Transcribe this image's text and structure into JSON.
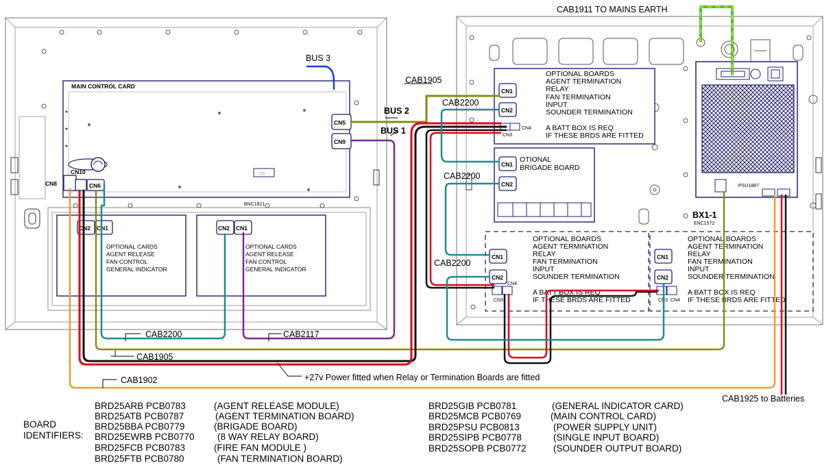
{
  "wires": {
    "bus3": "BUS 3",
    "bus2": "BUS 2",
    "bus1": "BUS 1",
    "cab1905_top": "CAB1905",
    "cab2200_a": "CAB2200",
    "cab2200_b": "CAB2200",
    "cab2200_c": "CAB2200",
    "cab2200_bottom": "CAB2200",
    "cab2117": "CAB2117",
    "cab1905_bottom": "CAB1905",
    "cab1902": "CAB1902",
    "cab1911": "CAB1911 TO MAINS EARTH",
    "cab1925": "CAB1925 to Batteries",
    "power_note": "+27v Power fitted when Relay or Termination Boards are fitted"
  },
  "main_card": {
    "title": "MAIN CONTROL CARD",
    "code": "BNC1821",
    "cn5": "CN5",
    "cn9": "CN9",
    "cn10": "CN10",
    "cn8": "CN8",
    "cn6": "CN6"
  },
  "left_cards": [
    {
      "cn2": "CN2",
      "cn1": "CN1",
      "lines": [
        "OPTIONAL CARDS",
        "AGENT RELEASE",
        "FAN CONTROL",
        "GENERAL INDICATOR"
      ]
    },
    {
      "cn2": "CN2",
      "cn1": "CN1",
      "lines": [
        "OPTIONAL CARDS",
        "AGENT RELEASE",
        "FAN CONTROL",
        "GENERAL INDICATOR"
      ]
    }
  ],
  "top_opt_board": {
    "cn1": "CN1",
    "cn2": "CN2",
    "cn3": "CN3",
    "cn4": "CN4",
    "lines": [
      "OPTIONAL BOARDS",
      "AGENT TERMINATION",
      "RELAY",
      "FAN TERMINATION",
      "INPUT",
      "SOUNDER TERMINATION"
    ],
    "note": [
      "A BATT BOX IS REQ",
      "IF THESE BRDS ARE FITTED"
    ]
  },
  "brigade_board": {
    "cn1": "CN1",
    "cn2": "CN2",
    "lines": [
      "OTIONAL",
      "BRIGADE BOARD"
    ]
  },
  "lower_boards": [
    {
      "cn1": "CN1",
      "cn2": "CN2",
      "cn3": "CN3",
      "cn4": "CN4",
      "lines": [
        "OPTIONAL BOARDS",
        "AGENT TERMINATION",
        "RELAY",
        "FAN TERMINATION",
        "INPUT",
        "SOUNDER TERMINATION"
      ],
      "note": [
        "A BATT BOX IS REQ",
        "IF THESE BRDS ARE FITTED"
      ]
    },
    {
      "cn1": "CN1",
      "cn2": "CN2",
      "cn3": "CN3",
      "cn4": "CN4",
      "lines": [
        "OPTIONAL BOARDS",
        "AGENT TERMINATION",
        "RELAY",
        "FAN TERMINATION",
        "INPUT",
        "SOUNDER TERMINATION"
      ],
      "note": [
        "A BATT BOX IS REQ",
        "IF THESE BRDS ARE FITTED"
      ]
    }
  ],
  "psu": {
    "label": "PSU1887",
    "box": "BX1-1",
    "box_code": "ENC1572"
  },
  "identifiers": {
    "heading": [
      "BOARD",
      "IDENTIFIERS:"
    ],
    "left": [
      [
        "BRD25ARB PCB0783",
        "(AGENT RELEASE MODULE)"
      ],
      [
        "BRD25ATB PCB0787",
        "(AGENT TERMINATION BOARD)"
      ],
      [
        "BRD25BBA PCB0779",
        "(BRIGADE BOARD)"
      ],
      [
        "BRD25EWRB PCB0770",
        "(8 WAY RELAY BOARD)"
      ],
      [
        "BRD25FCB PCB0783",
        "(FIRE FAN MODULE )"
      ],
      [
        "BRD25FTB PCB0780",
        "(FAN TERMINATION BOARD)"
      ]
    ],
    "right": [
      [
        "BRD25GIB PCB0781",
        "(GENERAL INDICATOR CARD)"
      ],
      [
        "BRD25MCB PCB0769",
        "(MAIN CONTROL CARD)"
      ],
      [
        "BRD25PSU PCB0813",
        "(POWER SUPPLY UNIT)"
      ],
      [
        "BRD25SIPB PCB0778",
        "(SINGLE INPUT BOARD)"
      ],
      [
        "BRD25SOPB PCB0772",
        "(SOUNDER OUTPUT BOARD)"
      ]
    ]
  },
  "colors": {
    "bus_blue": "#1a3fd6",
    "olive": "#8b8a12",
    "purple": "#7b2a8c",
    "teal": "#1e8c8a",
    "red": "#e2001a",
    "orange": "#f29a2e",
    "yellow": "#e8e800",
    "green": "#4db848",
    "navy": "#20206e",
    "gray": "#8a8a8a"
  }
}
